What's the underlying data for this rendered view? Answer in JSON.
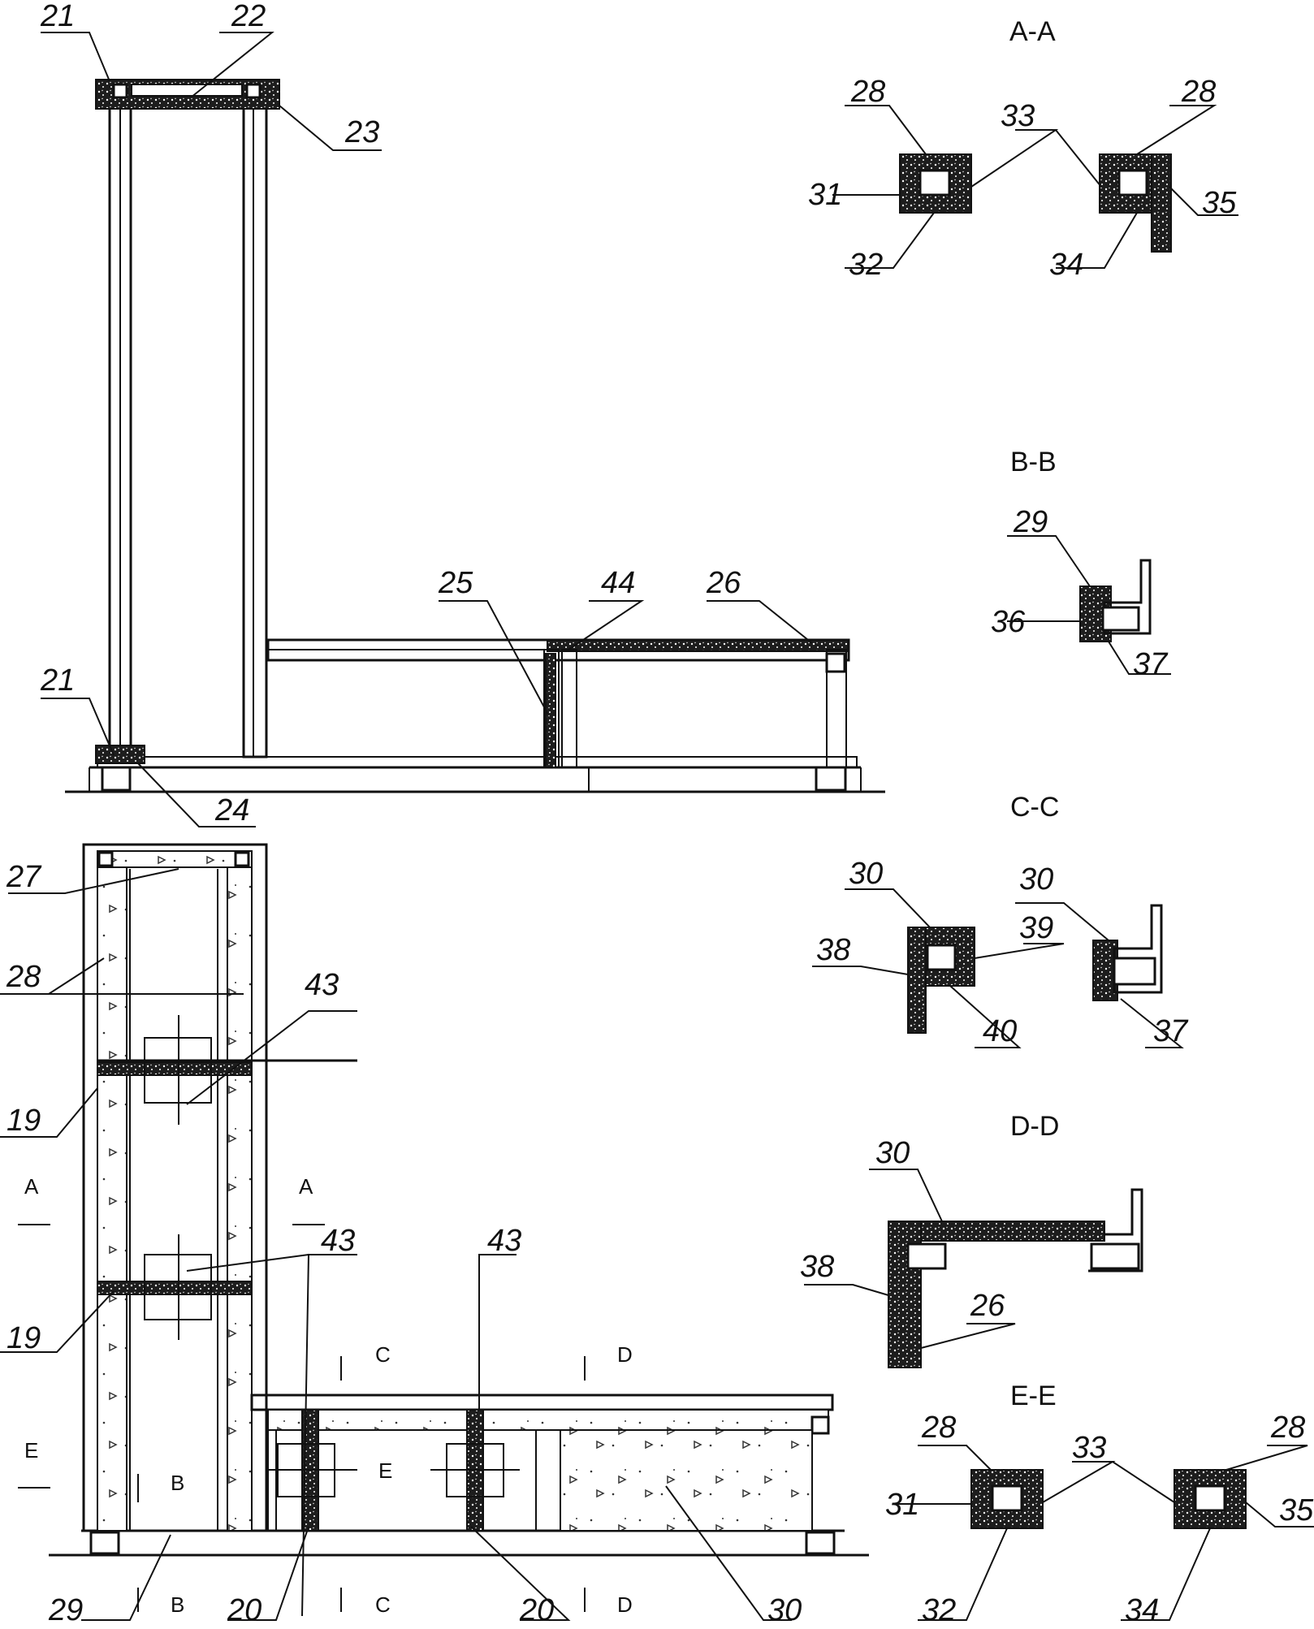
{
  "sections": {
    "aa": "A-A",
    "bb": "B-B",
    "cc": "C-C",
    "dd": "D-D",
    "ee": "E-E"
  },
  "section_marks": {
    "a": "A",
    "b": "B",
    "c": "C",
    "d": "D",
    "e": "E"
  },
  "labels": {
    "n19": "19",
    "n20": "20",
    "n21": "21",
    "n22": "22",
    "n23": "23",
    "n24": "24",
    "n25": "25",
    "n26": "26",
    "n27": "27",
    "n28": "28",
    "n29": "29",
    "n30": "30",
    "n31": "31",
    "n32": "32",
    "n33": "33",
    "n34": "34",
    "n35": "35",
    "n36": "36",
    "n37": "37",
    "n38": "38",
    "n39": "39",
    "n40": "40",
    "n43": "43",
    "n44": "44"
  }
}
